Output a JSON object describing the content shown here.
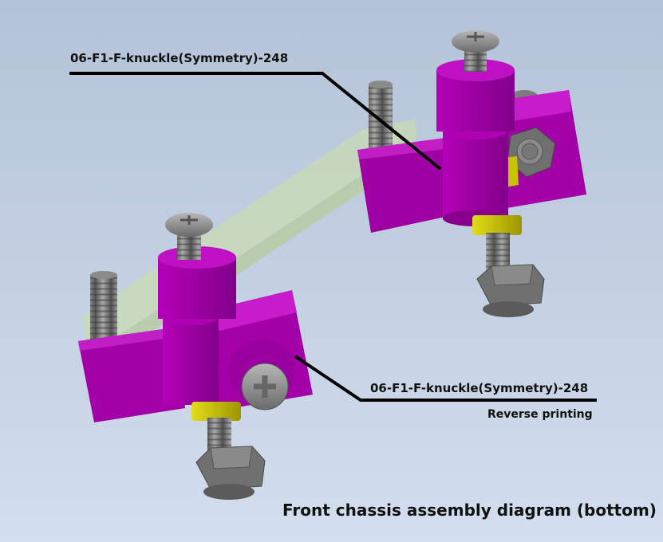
{
  "diagram": {
    "caption": "Front chassis assembly diagram (bottom)",
    "callouts": [
      {
        "label": "06-F1-F-knuckle(Symmetry)-248",
        "note": ""
      },
      {
        "label": "06-F1-F-knuckle(Symmetry)-248",
        "note": "Reverse printing"
      }
    ],
    "parts": [
      {
        "name": "steering-knuckle-right",
        "color": "#a300a8"
      },
      {
        "name": "steering-knuckle-left",
        "color": "#a300a8"
      },
      {
        "name": "tie-rod-link",
        "color": "#c8dcb0"
      },
      {
        "name": "spacer-washer",
        "color": "#c9c400"
      },
      {
        "name": "phillips-screw",
        "color": "#7a7a7a"
      },
      {
        "name": "hex-nut",
        "color": "#6e6e6e"
      }
    ],
    "colors": {
      "background_top": "#b4c3d8",
      "background_bottom": "#d3deee",
      "knuckle": "#a300a8",
      "knuckle_light": "#c81ccc",
      "knuckle_dark": "#7d0082",
      "link": "#c8dcb0",
      "washer": "#c9c400",
      "hardware": "#7a7a7a",
      "leader_line": "#000000"
    }
  }
}
